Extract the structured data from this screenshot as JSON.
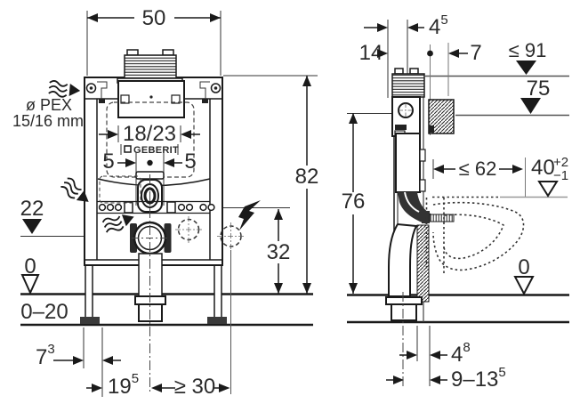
{
  "front_view": {
    "width_top": "50",
    "pex_label_1": "ø PEX",
    "pex_label_2": "15/16 mm",
    "tank_width": "18/23",
    "brand": "GEBERIT",
    "bolt_left": "5",
    "bolt_right": "5",
    "level_mid": "22",
    "level_zero": "0",
    "floor_range": "0–20",
    "frame_height": "82",
    "outlet_height": "32",
    "foot_offset_main": "7",
    "foot_offset_sup": "3",
    "pipe_offset_main": "19",
    "pipe_offset_sup": "5",
    "side_clearance": "≥ 30"
  },
  "side_view": {
    "top_offset_main": "4",
    "top_offset_sup": "5",
    "frame_depth": "14",
    "front_offset": "7",
    "max_height": "≤ 91",
    "level_75": "75",
    "height_76": "76",
    "bowl_depth": "≤ 62",
    "seat_height_main": "40",
    "seat_height_sup": "+2",
    "seat_height_sub": "−1",
    "level_zero": "0",
    "outlet_offset_main": "4",
    "outlet_offset_sup": "8",
    "outlet_range_main": "9–13",
    "outlet_range_sup": "5"
  }
}
